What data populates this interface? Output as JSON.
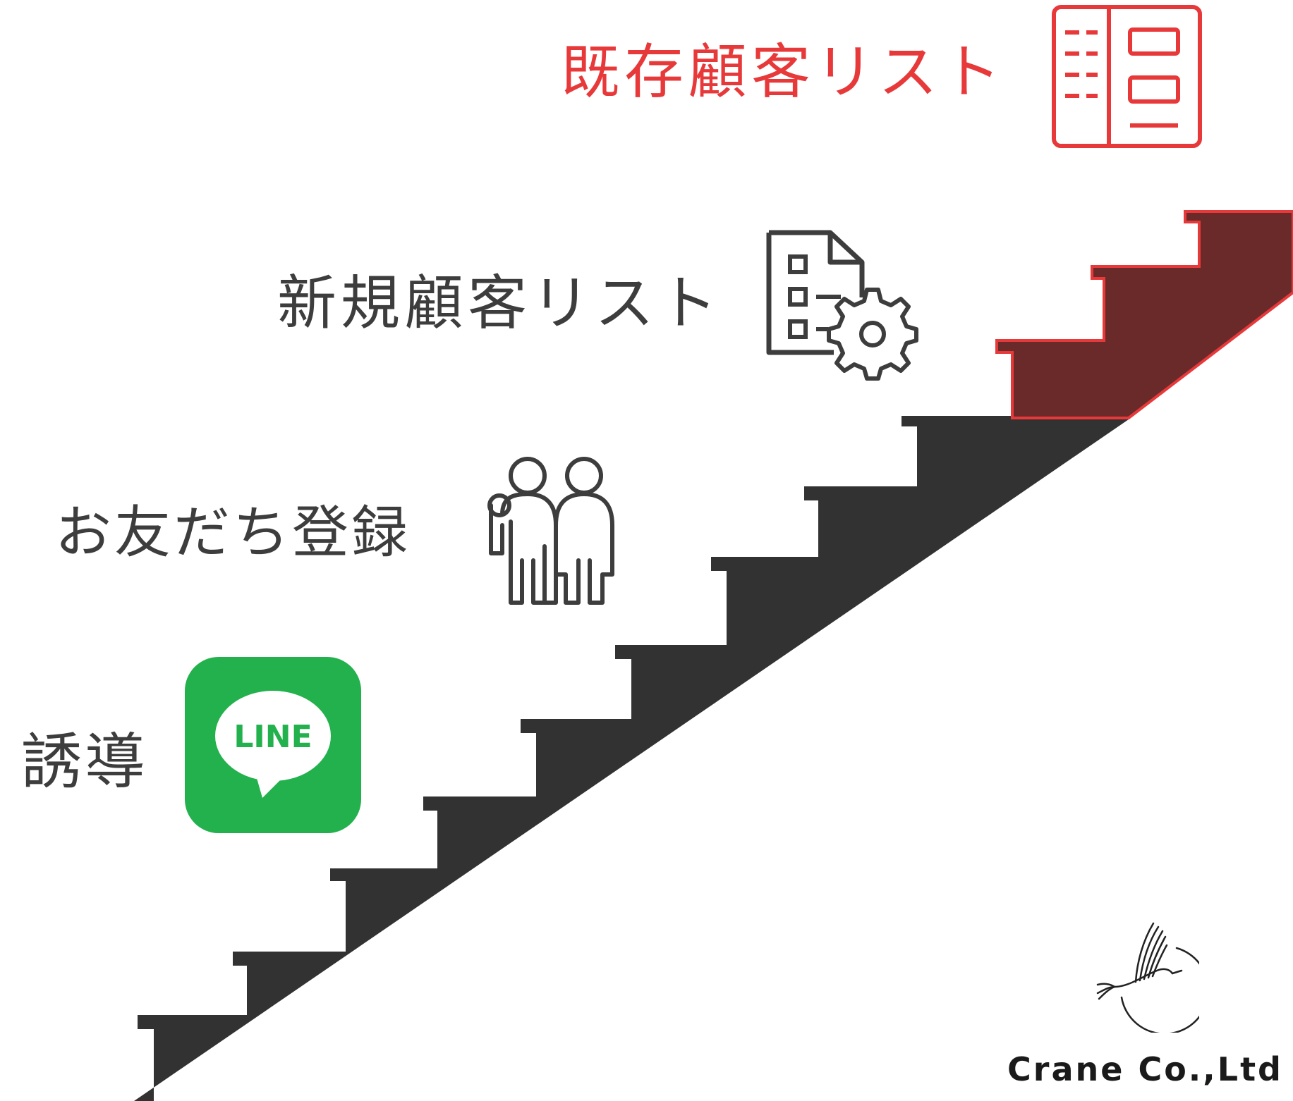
{
  "colors": {
    "accent": "#e8393a",
    "text": "#3d3d3d",
    "stair_dark": "#333232",
    "stair_red": "#6b2a2a",
    "line_green": "#22b14c"
  },
  "steps": [
    {
      "label": "既存顧客リスト",
      "icon": "client-list-icon",
      "highlight": true
    },
    {
      "label": "新規顧客リスト",
      "icon": "document-gear-icon",
      "highlight": false
    },
    {
      "label": "お友だち登録",
      "icon": "people-icon",
      "highlight": false
    },
    {
      "label": "誘導",
      "icon": "line-app-icon",
      "icon_text": "LINE",
      "highlight": false
    }
  ],
  "company": "Crane Co.,Ltd",
  "logo_icon": "crane-bird-icon"
}
